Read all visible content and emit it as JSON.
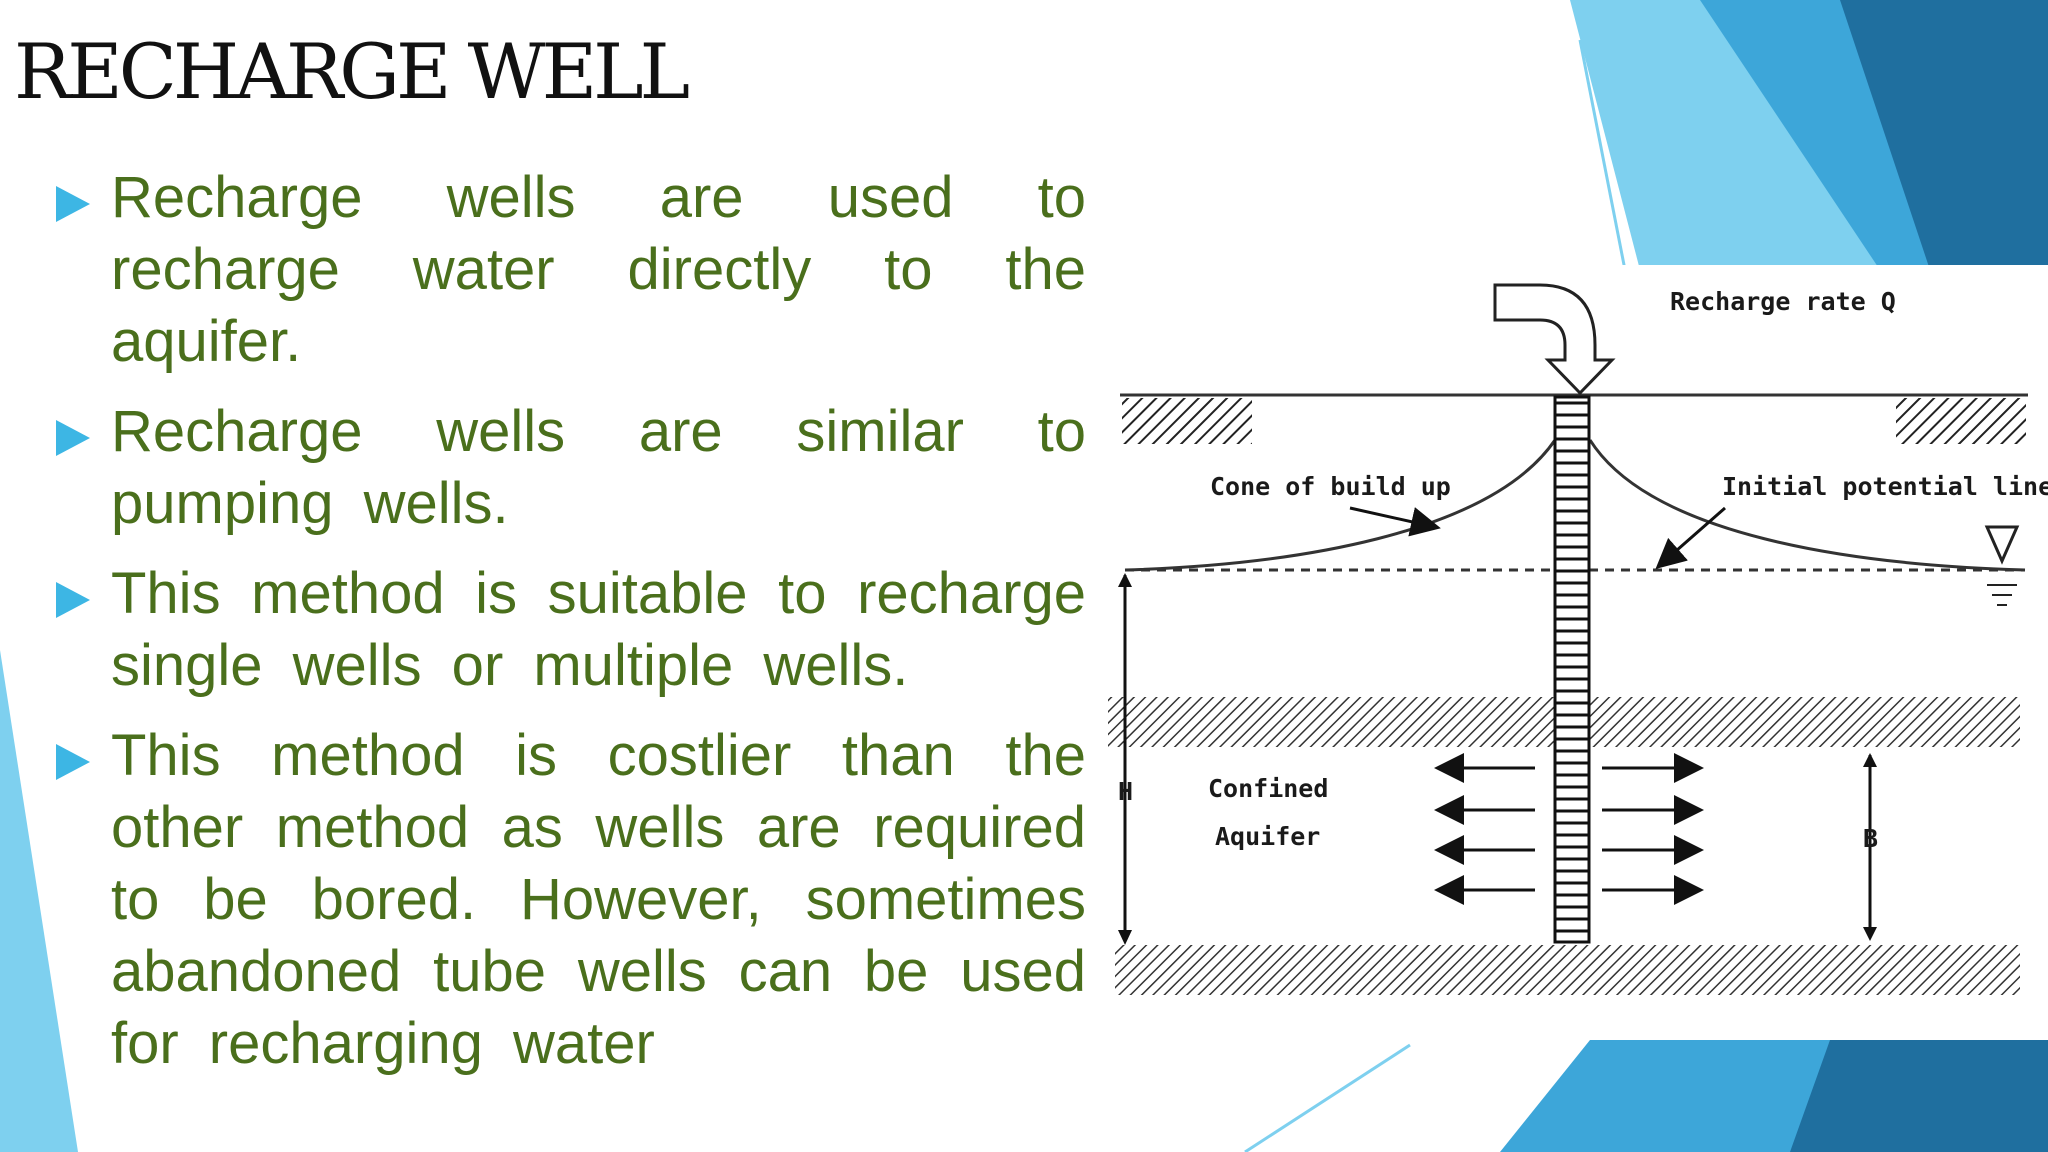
{
  "slide": {
    "title": "RECHARGE WELL",
    "bullets": [
      "Recharge wells are used to recharge water directly to the aquifer.",
      "Recharge wells are similar to pumping wells.",
      "This method is suitable to recharge single wells or multiple wells.",
      "This method is costlier than the other method as wells are required to be bored. However, sometimes abandoned tube wells can be used for recharging water"
    ]
  },
  "diagram": {
    "labels": {
      "recharge_rate": "Recharge rate Q",
      "cone": "Cone of build up",
      "initial_line": "Initial potential line",
      "confined": "Confined",
      "aquifer": "Aquifer",
      "h": "H",
      "b": "B"
    }
  },
  "colors": {
    "bullet_text": "#4a6f1c",
    "bullet_marker": "#3db6e4",
    "accent_dark": "#1f6f9f",
    "accent_light": "#7ed0ef"
  },
  "icons": {
    "bullet": "triangle-right-icon",
    "recharge": "bent-arrow-down-icon",
    "water_table": "water-table-triangle-icon"
  }
}
